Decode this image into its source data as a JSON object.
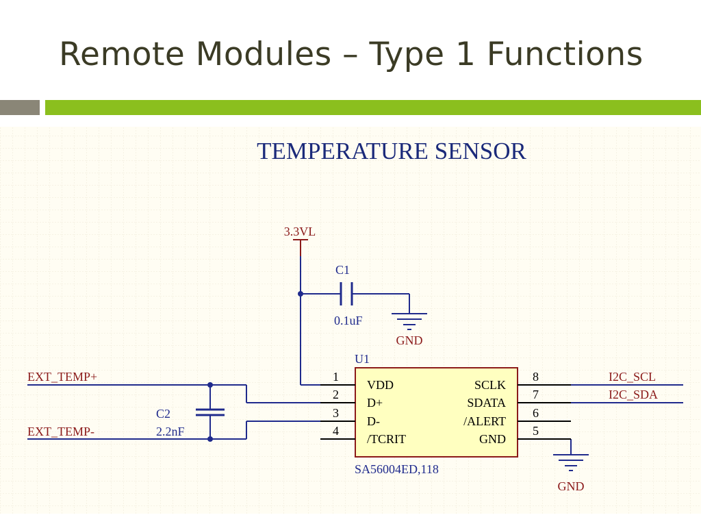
{
  "slide": {
    "title": "Remote Modules – Type 1 Functions"
  },
  "colors": {
    "accent_green": "#8bbf1e",
    "accent_gray": "#8a8677",
    "schematic_bg": "#fffdf3",
    "wire": "#1f2a8c",
    "net_label": "#8b1a1a",
    "component_fill": "#ffffc0"
  },
  "schematic": {
    "heading": "TEMPERATURE SENSOR",
    "power_net": "3.3VL",
    "gnd_label_1": "GND",
    "gnd_label_2": "GND",
    "c1": {
      "designator": "C1",
      "value": "0.1uF"
    },
    "c2": {
      "designator": "C2",
      "value": "2.2nF"
    },
    "u1": {
      "designator": "U1",
      "part_number": "SA56004ED,118",
      "pins_left": [
        {
          "num": "1",
          "name": "VDD"
        },
        {
          "num": "2",
          "name": "D+"
        },
        {
          "num": "3",
          "name": "D-"
        },
        {
          "num": "4",
          "name": "/TCRIT"
        }
      ],
      "pins_right": [
        {
          "num": "8",
          "name": "SCLK"
        },
        {
          "num": "7",
          "name": "SDATA"
        },
        {
          "num": "6",
          "name": "/ALERT"
        },
        {
          "num": "5",
          "name": "GND"
        }
      ]
    },
    "nets": {
      "ext_temp_plus": "EXT_TEMP+",
      "ext_temp_minus": "EXT_TEMP-",
      "i2c_scl": "I2C_SCL",
      "i2c_sda": "I2C_SDA"
    }
  }
}
